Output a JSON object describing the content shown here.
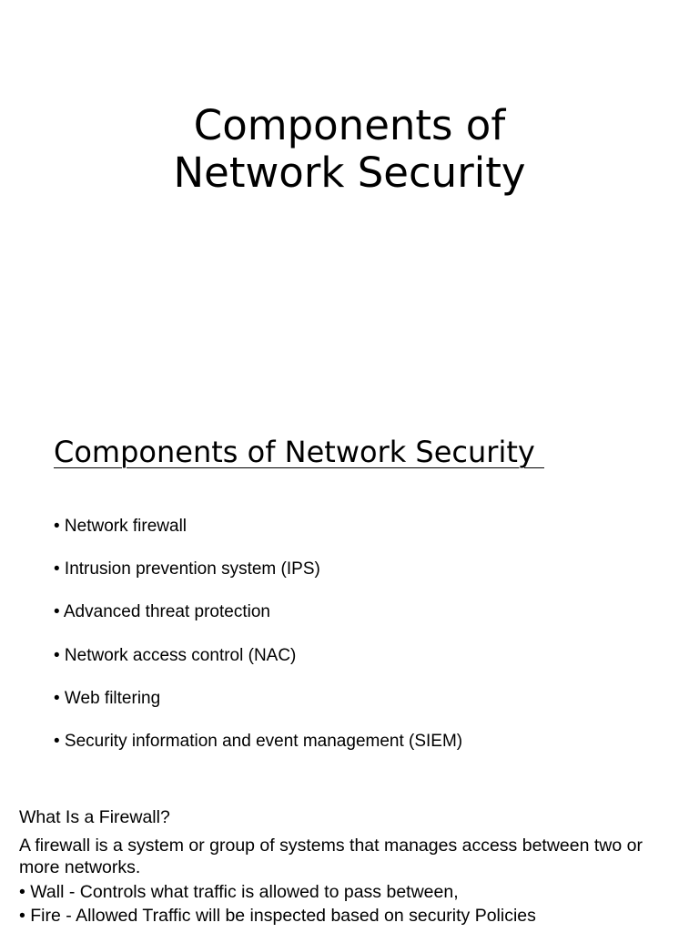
{
  "title": {
    "line1": "Components of",
    "line2": "Network Security"
  },
  "section": {
    "heading": "Components of Network Security ",
    "bullets": [
      "• Network firewall",
      "• Intrusion prevention system (IPS)",
      "• Advanced threat protection",
      "• Network access control (NAC)",
      "• Web filtering",
      "• Security information and event management (SIEM)"
    ]
  },
  "firewall": {
    "question": "What Is a Firewall?",
    "definition": "A firewall is a system or group of systems that manages access between two or more networks.",
    "points": [
      "• Wall - Controls what traffic is allowed to pass between,",
      "• Fire - Allowed Traffic will be inspected based on security Policies"
    ]
  }
}
